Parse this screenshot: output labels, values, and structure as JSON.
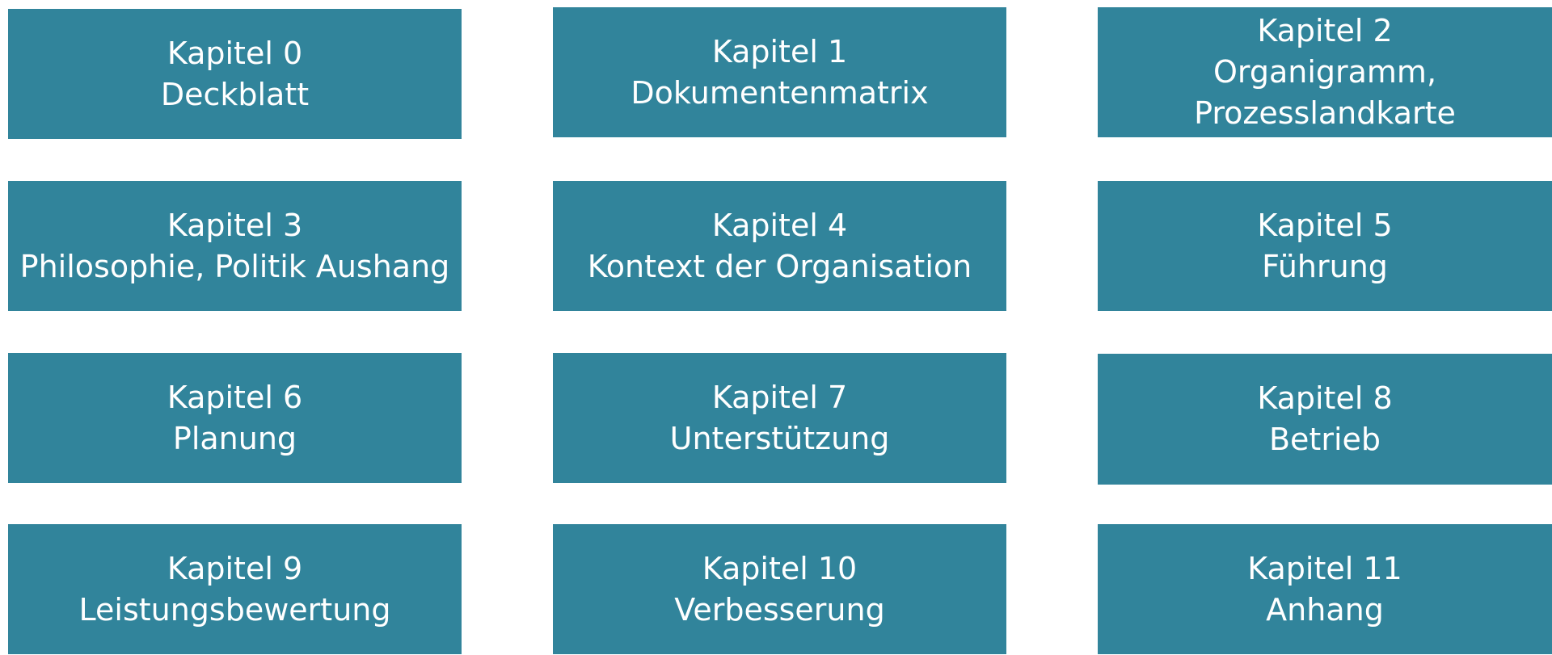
{
  "colors": {
    "tile_background": "#31849b",
    "tile_text": "#ffffff",
    "page_background": "#ffffff"
  },
  "chapters": [
    {
      "number": "Kapitel 0",
      "lines": [
        "Deckblatt"
      ]
    },
    {
      "number": "Kapitel 1",
      "lines": [
        "Dokumentenmatrix"
      ]
    },
    {
      "number": "Kapitel 2",
      "lines": [
        "Organigramm,",
        "Prozesslandkarte"
      ]
    },
    {
      "number": "Kapitel 3",
      "lines": [
        "Philosophie, Politik Aushang"
      ]
    },
    {
      "number": "Kapitel 4",
      "lines": [
        "Kontext der Organisation"
      ]
    },
    {
      "number": "Kapitel 5",
      "lines": [
        "Führung"
      ]
    },
    {
      "number": "Kapitel 6",
      "lines": [
        "Planung"
      ]
    },
    {
      "number": "Kapitel 7",
      "lines": [
        "Unterstützung"
      ]
    },
    {
      "number": "Kapitel 8",
      "lines": [
        "Betrieb"
      ]
    },
    {
      "number": "Kapitel 9",
      "lines": [
        "Leistungsbewertung"
      ]
    },
    {
      "number": "Kapitel 10",
      "lines": [
        "Verbesserung"
      ]
    },
    {
      "number": "Kapitel 11",
      "lines": [
        "Anhang"
      ]
    }
  ]
}
